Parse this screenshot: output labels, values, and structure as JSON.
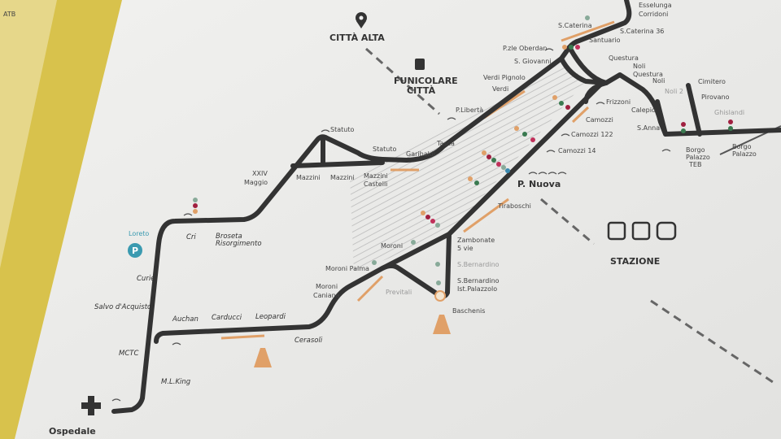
{
  "corner_text": "ATB",
  "landmarks": {
    "citta_alta": "CITTÀ ALTA",
    "funicolare_1": "FUNICOLARE",
    "funicolare_2": "CITTÀ",
    "stazione": "STAZIONE",
    "p_nuova": "P. Nuova",
    "loreto": "Loreto",
    "parking": "P",
    "ospedale": "Ospedale"
  },
  "stations": {
    "esselunga": "Esselunga",
    "corridoni": "Corridoni",
    "s_caterina": "S.Caterina",
    "s_caterina_36": "S.Caterina 36",
    "santuario": "Santuario",
    "pzle_oberdan": "P.zle Oberdan",
    "s_giovanni": "S. Giovanni",
    "verdi_pignolo": "Verdi Pignolo",
    "verdi": "Verdi",
    "p_liberta": "P.Libertà",
    "tasca": "Tasca",
    "garibaldi": "Garibaldi",
    "statuto_top": "Statuto",
    "statuto": "Statuto",
    "xxiv_1": "XXIV",
    "xxiv_2": "Maggio",
    "mazzini_1": "Mazzini",
    "mazzini_2": "Mazzini",
    "mazzini_castelli_1": "Mazzini",
    "mazzini_castelli_2": "Castelli",
    "cri": "Cri",
    "broseta_1": "Broseta",
    "broseta_2": "Risorgimento",
    "curie": "Curie",
    "salvo": "Salvo d'Acquisto",
    "mctc": "MCTC",
    "ml_king": "M.L.King",
    "auchan": "Auchan",
    "carducci": "Carducci",
    "leopardi": "Leopardi",
    "cerasoli": "Cerasoli",
    "moroni_caniana_1": "Moroni",
    "moroni_caniana_2": "Caniana",
    "moroni_palma": "Moroni Palma",
    "moroni": "Moroni",
    "previtali": "Previtali",
    "baschenis": "Baschenis",
    "s_bernardino": "S.Bernardino",
    "s_bernardino_ist_1": "S.Bernardino",
    "s_bernardino_ist_2": "Ist.Palazzolo",
    "zambonate_1": "Zambonate",
    "zambonate_2": "5 vie",
    "tiraboschi": "Tiraboschi",
    "camozzi_14": "Camozzi 14",
    "camozzi_122": "Camozzi 122",
    "camozzi": "Camozzi",
    "frizzoni": "Frizzoni",
    "questura": "Questura",
    "noli_questura_1": "Noli",
    "noli_questura_2": "Questura",
    "noli": "Noli",
    "noli_2": "Noli 2",
    "calepio": "Calepio",
    "s_anna": "S.Anna",
    "cimitero": "Cimitero",
    "pirovano": "Pirovano",
    "ghislandi": "Ghislandi",
    "borgo_teb_1": "Borgo",
    "borgo_teb_2": "Palazzo",
    "borgo_teb_3": "TEB",
    "borgo_1": "Borgo",
    "borgo_2": "Palazzo"
  },
  "colors": {
    "line": "#333333",
    "highlight": "#e0a068",
    "loreto": "#3a9ab0",
    "hatch": "#bbbbbb"
  },
  "icons": [
    "wifi-icon",
    "location-pin-icon",
    "funicular-icon",
    "bus-icon",
    "tram-icon",
    "train-icon",
    "traffic-cone-icon",
    "hospital-cross-icon",
    "parking-icon"
  ]
}
